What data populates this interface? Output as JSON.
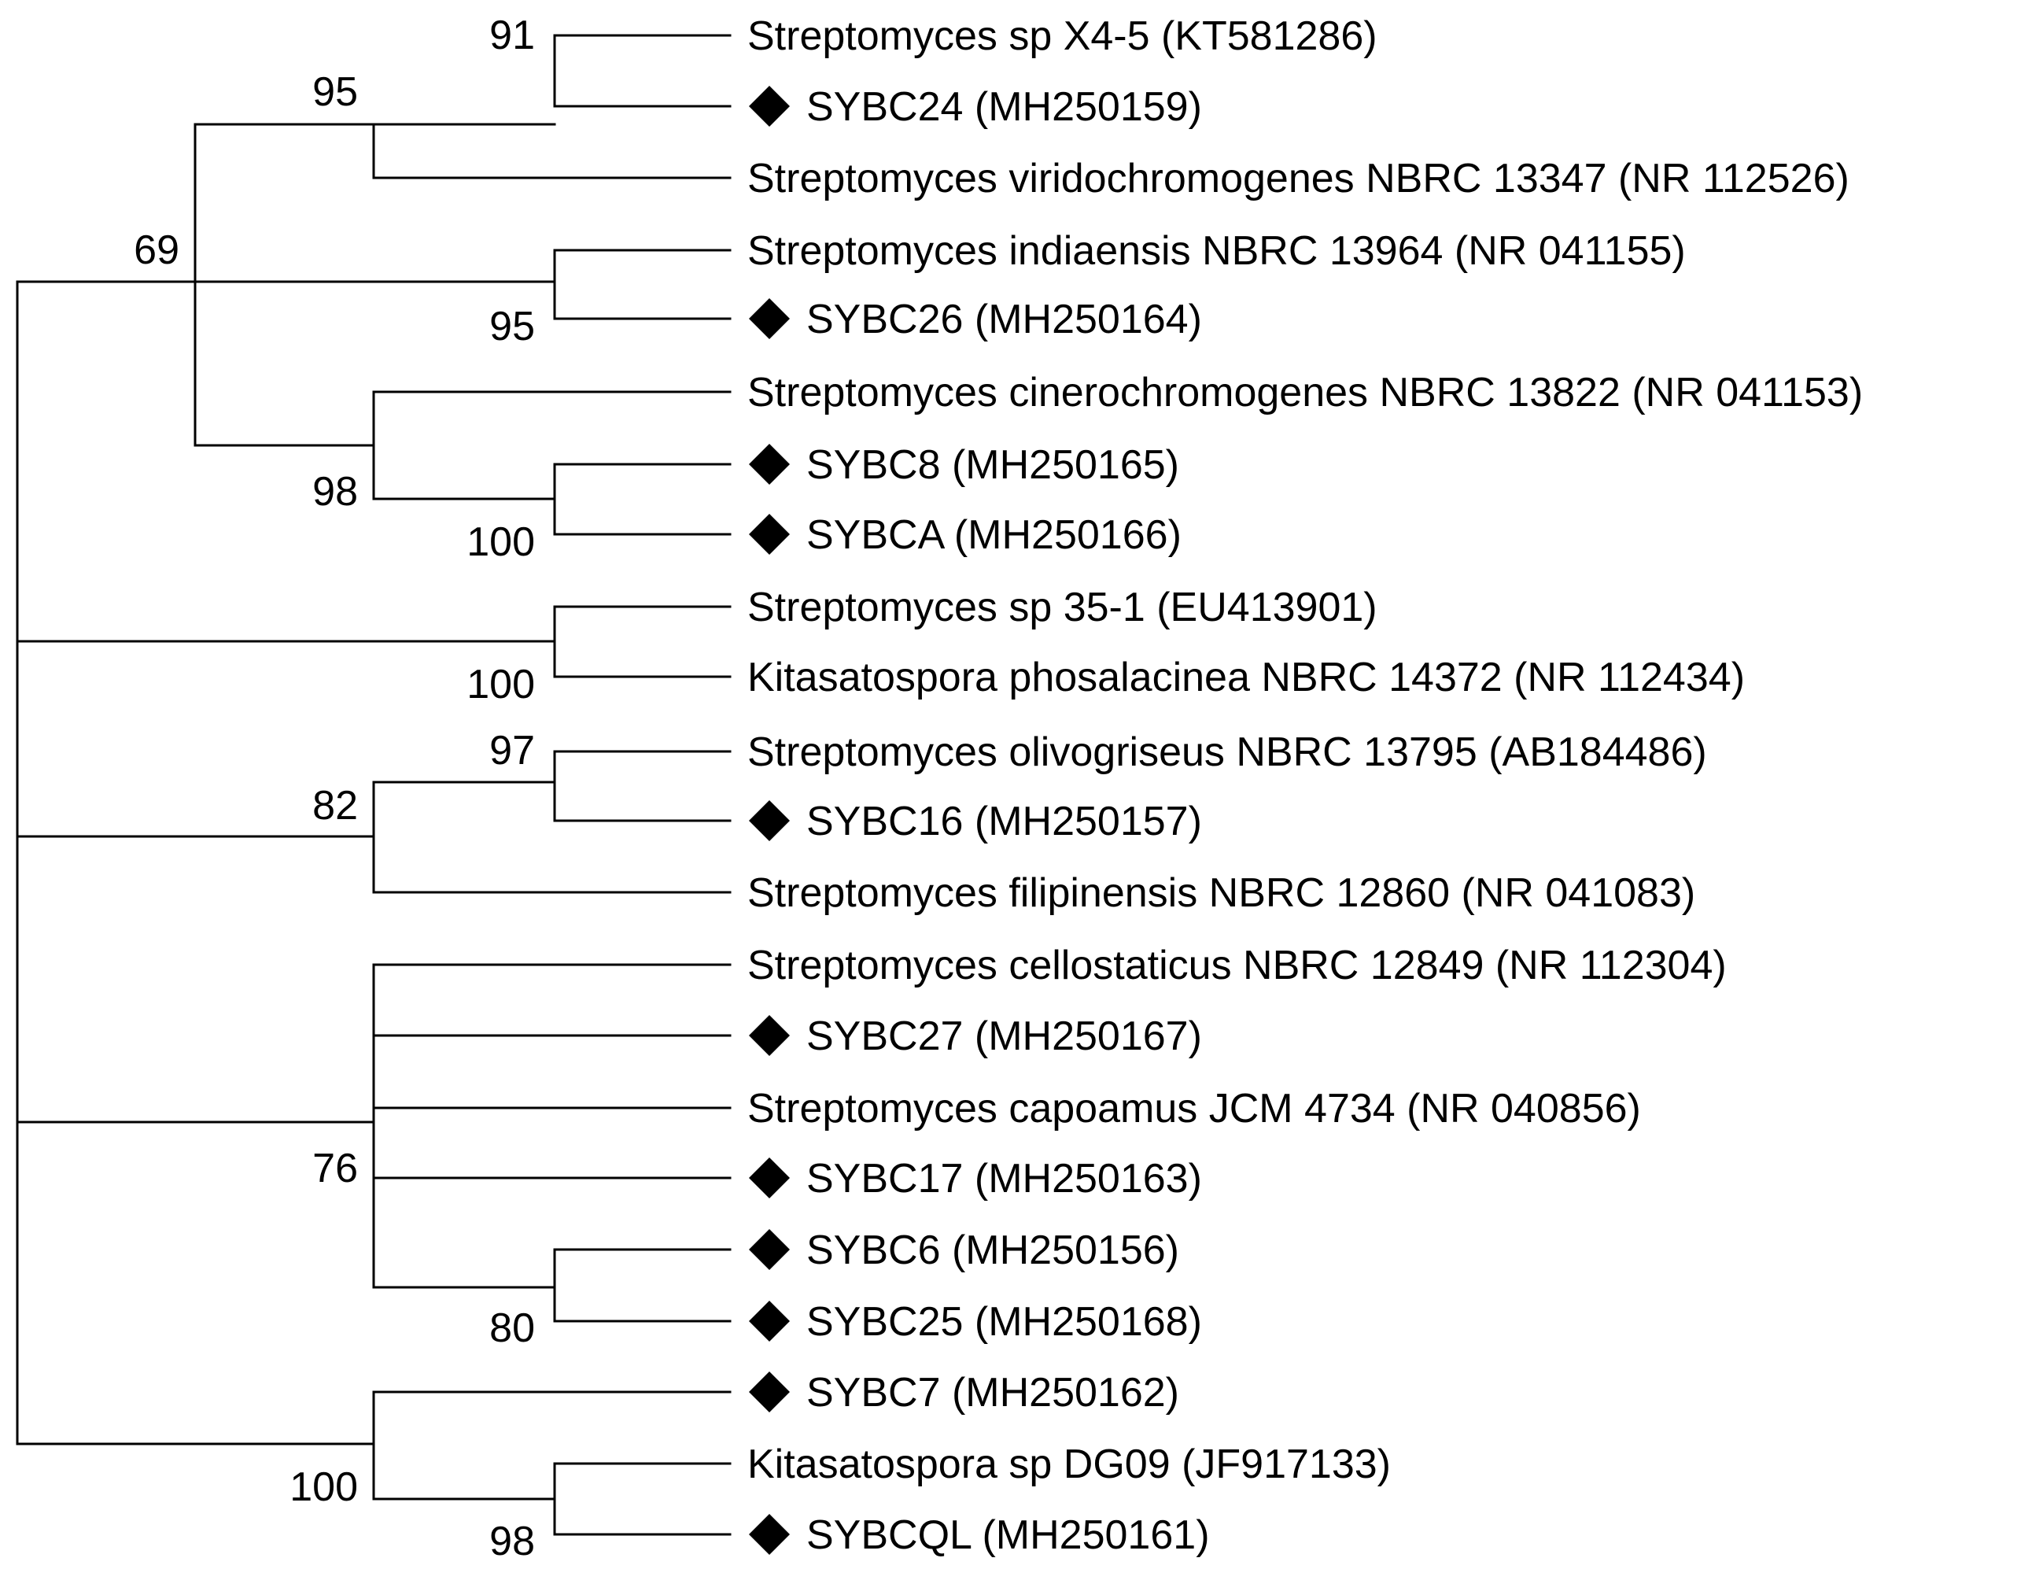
{
  "tree": {
    "taxa": [
      {
        "label": "Streptomyces sp X4-5 (KT581286)",
        "marker": false
      },
      {
        "label": "SYBC24 (MH250159)",
        "marker": true
      },
      {
        "label": "Streptomyces viridochromogenes NBRC 13347 (NR 112526)",
        "marker": false
      },
      {
        "label": "Streptomyces indiaensis NBRC 13964 (NR 041155)",
        "marker": false
      },
      {
        "label": "SYBC26 (MH250164)",
        "marker": true
      },
      {
        "label": "Streptomyces cinerochromogenes NBRC 13822 (NR 041153)",
        "marker": false
      },
      {
        "label": "SYBC8 (MH250165)",
        "marker": true
      },
      {
        "label": "SYBCA (MH250166)",
        "marker": true
      },
      {
        "label": "Streptomyces sp 35-1 (EU413901)",
        "marker": false
      },
      {
        "label": "Kitasatospora phosalacinea NBRC 14372 (NR 112434)",
        "marker": false
      },
      {
        "label": "Streptomyces olivogriseus NBRC 13795 (AB184486)",
        "marker": false
      },
      {
        "label": "SYBC16 (MH250157)",
        "marker": true
      },
      {
        "label": "Streptomyces filipinensis NBRC 12860 (NR 041083)",
        "marker": false
      },
      {
        "label": "Streptomyces cellostaticus NBRC 12849 (NR 112304)",
        "marker": false
      },
      {
        "label": "SYBC27 (MH250167)",
        "marker": true
      },
      {
        "label": "Streptomyces capoamus JCM 4734 (NR 040856)",
        "marker": false
      },
      {
        "label": "SYBC17 (MH250163)",
        "marker": true
      },
      {
        "label": "SYBC6 (MH250156)",
        "marker": true
      },
      {
        "label": "SYBC25 (MH250168)",
        "marker": true
      },
      {
        "label": "SYBC7 (MH250162)",
        "marker": true
      },
      {
        "label": "Kitasatospora sp DG09 (JF917133)",
        "marker": false
      },
      {
        "label": "SYBCQL (MH250161)",
        "marker": true
      }
    ],
    "bootstrap": {
      "b91": "91",
      "b95_upper": "95",
      "b69": "69",
      "b95_lower": "95",
      "b98_upper": "98",
      "b100_a": "100",
      "b100_b": "100",
      "b97": "97",
      "b82": "82",
      "b76": "76",
      "b80": "80",
      "b100_c": "100",
      "b98_lower": "98"
    },
    "marker_icon": "filled-diamond"
  }
}
